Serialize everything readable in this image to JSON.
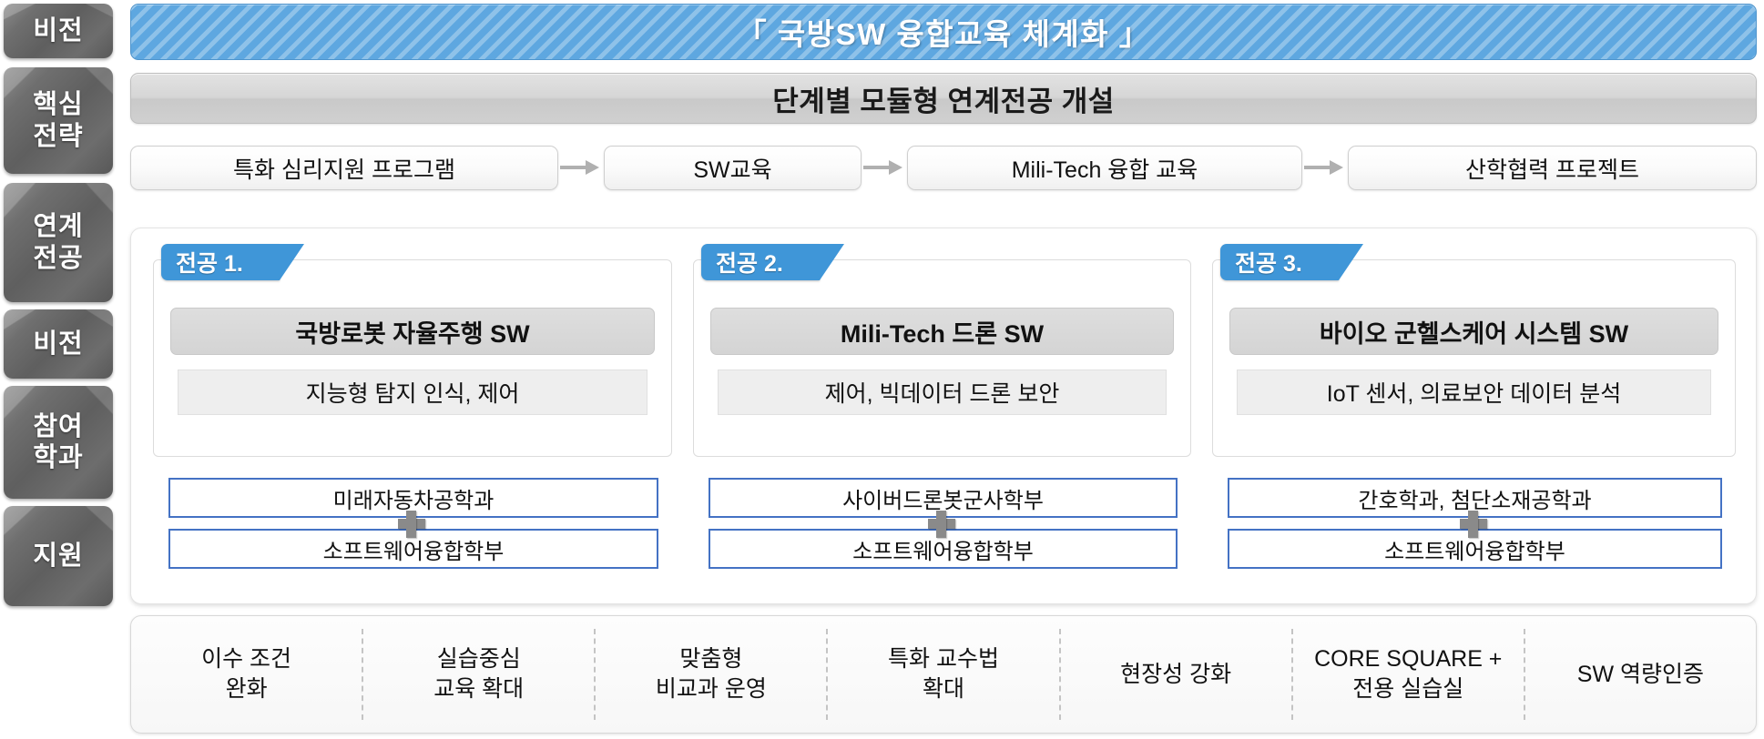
{
  "rail": {
    "items": [
      {
        "name": "vision",
        "label": "비전"
      },
      {
        "name": "core-strategy",
        "label": "핵심\n전략"
      },
      {
        "name": "linked-major",
        "label": "연계\n전공"
      },
      {
        "name": "vision-2",
        "label": "비전"
      },
      {
        "name": "participating-dept",
        "label": "참여\n학과"
      },
      {
        "name": "support",
        "label": "지원"
      }
    ]
  },
  "vision": {
    "banner_title": "「 국방SW 융합교육 체계화 」",
    "accent_color": "#5ea7e0"
  },
  "strategy": {
    "header": "단계별 모듈형 연계전공 개설",
    "steps": [
      {
        "label": "특화 심리지원 프로그램"
      },
      {
        "label": "SW교육"
      },
      {
        "label": "Mili-Tech 융합 교육"
      },
      {
        "label": "산학협력 프로젝트"
      }
    ]
  },
  "majors": [
    {
      "tab": "전공 1.",
      "title": "국방로봇 자율주행 SW",
      "subtitle": "지능형 탐지 인식, 제어",
      "departments": [
        "미래자동차공학과",
        "소프트웨어융합학부"
      ]
    },
    {
      "tab": "전공 2.",
      "title": "Mili-Tech 드론 SW",
      "subtitle": "제어, 빅데이터 드론 보안",
      "departments": [
        "사이버드론봇군사학부",
        "소프트웨어융합학부"
      ]
    },
    {
      "tab": "전공 3.",
      "title": "바이오 군헬스케어 시스템 SW",
      "subtitle": "IoT 센서, 의료보안 데이터 분석",
      "departments": [
        "간호학과, 첨단소재공학과",
        "소프트웨어융합학부"
      ]
    }
  ],
  "support": {
    "items": [
      {
        "line1": "이수 조건",
        "line2": "완화"
      },
      {
        "line1": "실습중심",
        "line2": "교육 확대"
      },
      {
        "line1": "맞춤형",
        "line2": "비교과 운영"
      },
      {
        "line1": "특화 교수법",
        "line2": "확대"
      },
      {
        "line1": "현장성 강화",
        "line2": ""
      },
      {
        "line1": "CORE SQUARE +",
        "line2": "전용 실습실"
      },
      {
        "line1": "SW 역량인증",
        "line2": ""
      }
    ]
  },
  "colors": {
    "tab_blue": "#3f96d8",
    "dept_border": "#4472c4",
    "rail_gray": "#6f6f6f"
  }
}
